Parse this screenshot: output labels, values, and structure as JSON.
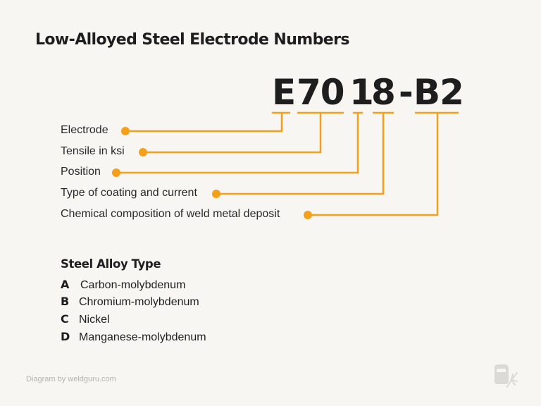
{
  "title": "Low-Alloyed Steel Electrode Numbers",
  "electrode_code": {
    "segments": [
      {
        "text": "E",
        "meaning": "Electrode"
      },
      {
        "text": "70",
        "meaning": "Tensile in ksi"
      },
      {
        "text": "1",
        "meaning": "Position"
      },
      {
        "text": "8",
        "meaning": "Type of coating and current"
      },
      {
        "text": "-",
        "meaning": ""
      },
      {
        "text": "B2",
        "meaning": "Chemical composition of weld metal deposit"
      }
    ]
  },
  "labels": [
    "Electrode",
    "Tensile in ksi",
    "Position",
    "Type of coating and current",
    "Chemical composition of weld metal deposit"
  ],
  "alloy_section": {
    "heading": "Steel Alloy Type",
    "items": [
      {
        "key": "A",
        "value": "Carbon-molybdenum"
      },
      {
        "key": "B",
        "value": "Chromium-molybdenum"
      },
      {
        "key": "C",
        "value": "Nickel"
      },
      {
        "key": "D",
        "value": "Manganese-molybdenum"
      }
    ]
  },
  "credit": "Diagram by weldguru.com",
  "colors": {
    "background": "#f7f6f3",
    "accent": "#f5a01a",
    "text": "#1f1e1e",
    "muted": "#b5b3b0"
  },
  "icons": {
    "logo": "welding-helmet-spark-icon"
  }
}
